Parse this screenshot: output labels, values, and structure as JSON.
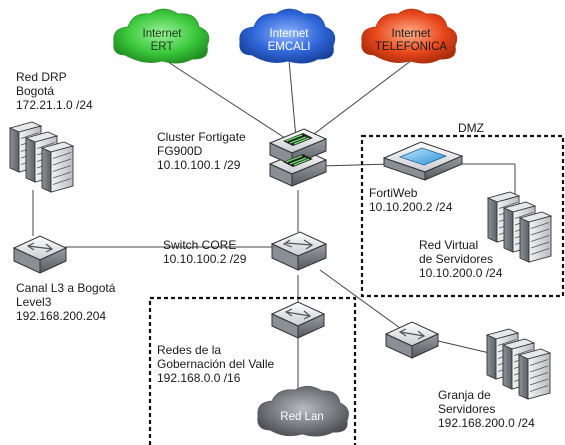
{
  "clouds": {
    "ert": {
      "line1": "Internet",
      "line2": "ERT",
      "color": "#3cc93c"
    },
    "emcali": {
      "line1": "Internet",
      "line2": "EMCALI",
      "color": "#2f66d8"
    },
    "telefonica": {
      "line1": "Internet",
      "line2": "TELEFONICA",
      "color": "#e8481c"
    },
    "lan": {
      "line1": "Red Lan",
      "color": "#77797f"
    }
  },
  "labels": {
    "drp": {
      "line1": "Red DRP",
      "line2": "Bogotá",
      "line3": "172.21.1.0 /24"
    },
    "fortigate": {
      "line1": "Cluster Fortigate",
      "line2": "FG900D",
      "line3": "10.10.100.1 /29"
    },
    "dmz": {
      "line1": "DMZ"
    },
    "fortiweb": {
      "line1": "FortiWeb",
      "line2": "10.10.200.2 /24"
    },
    "switch_core": {
      "line1": "Switch CORE",
      "line2": "10.10.100.2 /29"
    },
    "virtual": {
      "line1": "Red Virtual",
      "line2": "de Servidores",
      "line3": "10.10.200.0 /24"
    },
    "canal": {
      "line1": "Canal L3 a Bogotá",
      "line2": "Level3",
      "line3": "192.168.200.204"
    },
    "gobernacion": {
      "line1": "Redes de la",
      "line2": "Gobernación del Valle",
      "line3": "192.168.0.0 /16"
    },
    "granja": {
      "line1": "Granja de",
      "line2": "Servidores",
      "line3": "192.168.200.0 /24"
    }
  }
}
